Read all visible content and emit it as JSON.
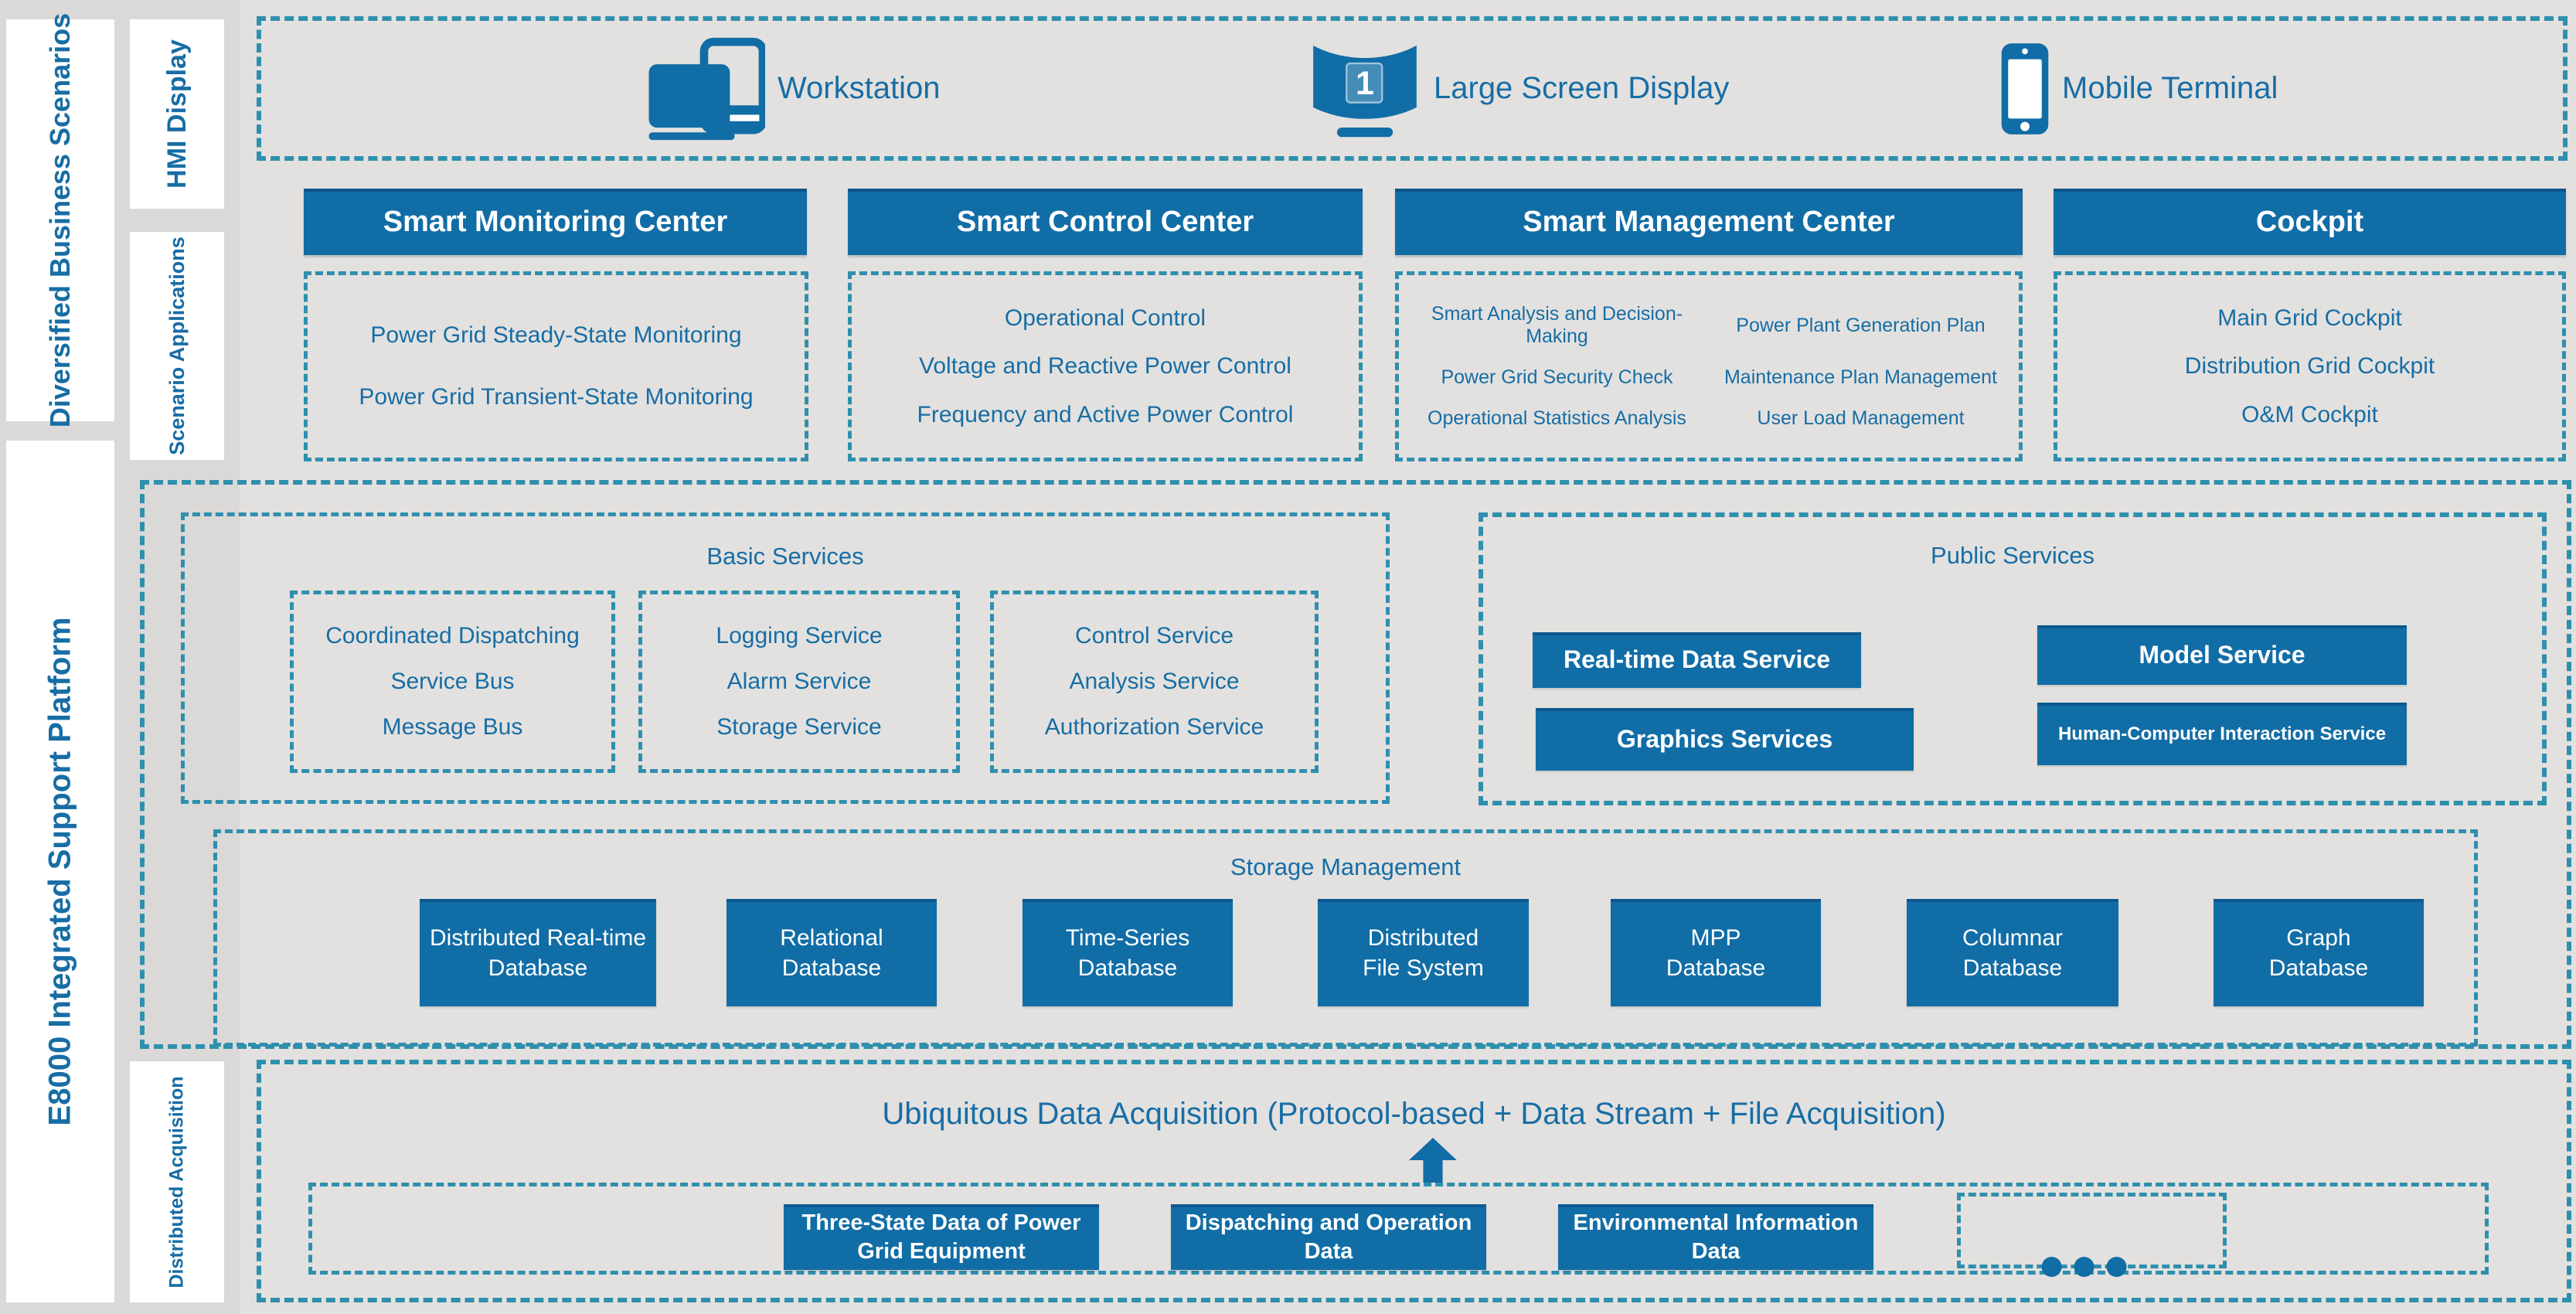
{
  "colors": {
    "accent": "#116da6",
    "dash": "#2f8fae",
    "text_blue": "#176da5"
  },
  "icons": {
    "workstation": "workstation-icon",
    "large_screen": "large-screen-icon",
    "mobile": "mobile-terminal-icon",
    "arrow": "up-arrow-icon",
    "ellipsis": "ellipsis-dots-icon"
  },
  "rails": {
    "business": "Diversified Business Scenarios",
    "platform": "E8000 Integrated Support Platform",
    "hmi": "HMI Display",
    "scenario_apps": "Scenario Applications",
    "distributed_acq": "Distributed Acquisition"
  },
  "hmi_row": {
    "workstation": "Workstation",
    "large_screen": "Large Screen Display",
    "mobile": "Mobile Terminal",
    "screen_number": "1"
  },
  "centers": {
    "monitoring": {
      "title": "Smart Monitoring Center",
      "items": [
        "Power Grid Steady-State Monitoring",
        "Power Grid Transient-State Monitoring"
      ]
    },
    "control": {
      "title": "Smart Control Center",
      "items": [
        "Operational Control",
        "Voltage and Reactive Power Control",
        "Frequency and Active Power Control"
      ]
    },
    "management": {
      "title": "Smart Management Center",
      "cells": [
        "Smart Analysis and Decision-Making",
        "Power Plant Generation Plan",
        "Power Grid Security Check",
        "Maintenance Plan Management",
        "Operational Statistics Analysis",
        "User Load Management"
      ]
    },
    "cockpit": {
      "title": "Cockpit",
      "items": [
        "Main Grid Cockpit",
        "Distribution Grid Cockpit",
        "O&M Cockpit"
      ]
    }
  },
  "basic_services": {
    "title": "Basic Services",
    "group1": [
      "Coordinated Dispatching",
      "Service Bus",
      "Message Bus"
    ],
    "group2": [
      "Logging Service",
      "Alarm Service",
      "Storage Service"
    ],
    "group3": [
      "Control Service",
      "Analysis Service",
      "Authorization Service"
    ]
  },
  "public_services": {
    "title": "Public Services",
    "buttons": [
      "Real-time Data Service",
      "Model Service",
      "Graphics Services",
      "Human-Computer Interaction Service"
    ]
  },
  "storage": {
    "title": "Storage Management",
    "databases": [
      "Distributed Real-time Database",
      "Relational Database",
      "Time-Series Database",
      "Distributed File System",
      "MPP Database",
      "Columnar Database",
      "Graph Database"
    ]
  },
  "acquisition": {
    "title": "Ubiquitous Data Acquisition (Protocol-based + Data Stream + File Acquisition)",
    "sources": [
      "Three-State Data of Power Grid Equipment",
      "Dispatching and Operation Data",
      "Environmental Information Data"
    ]
  }
}
